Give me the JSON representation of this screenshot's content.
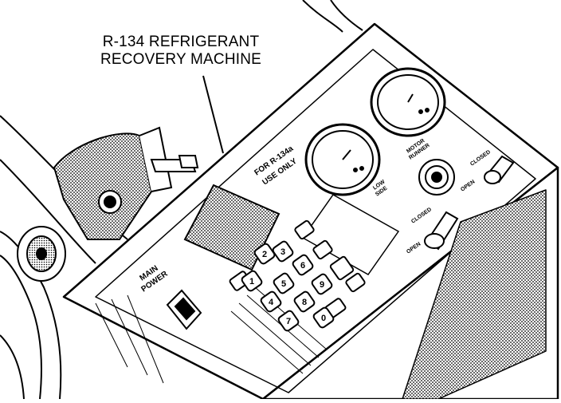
{
  "callout": {
    "line1": "R-134 REFRIGERANT",
    "line2": "RECOVERY MACHINE"
  },
  "panel": {
    "use_label_line1": "FOR R-134a",
    "use_label_line2": "USE ONLY",
    "main_power_line1": "MAIN",
    "main_power_line2": "POWER"
  },
  "keypad": {
    "keys": [
      "1",
      "2",
      "3",
      "4",
      "5",
      "6",
      "7",
      "8",
      "9",
      "0"
    ]
  }
}
